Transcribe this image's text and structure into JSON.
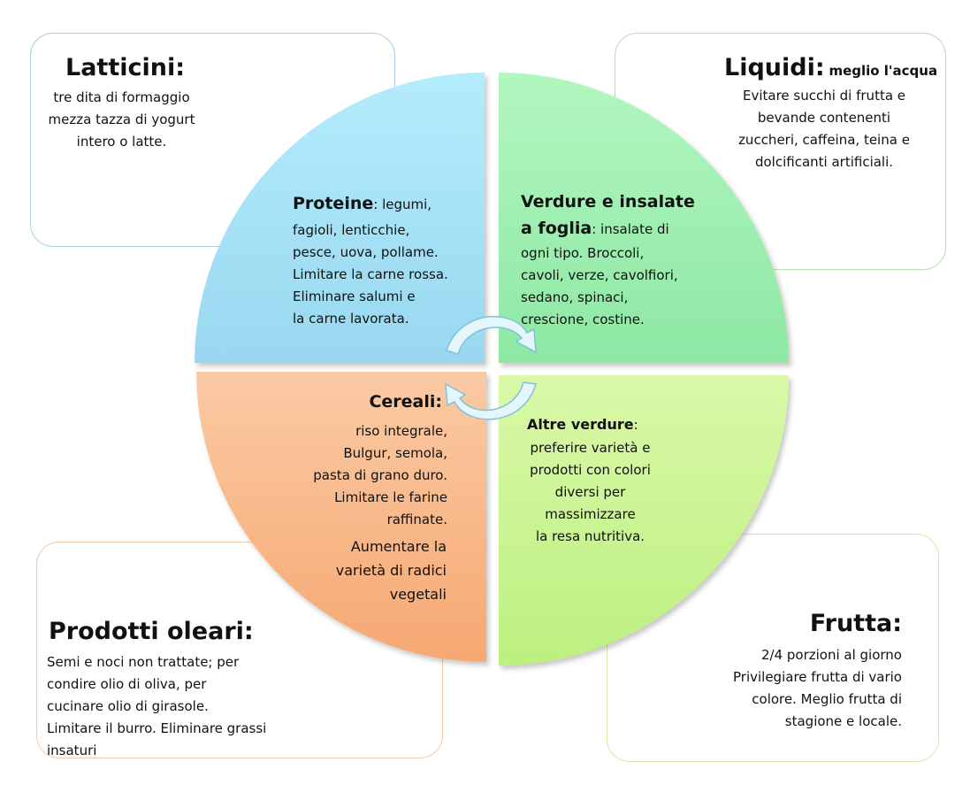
{
  "latticini": {
    "title": "Latticini:",
    "body": "tre dita di formaggio\nmezza tazza di yogurt\nintero o latte."
  },
  "liquidi": {
    "title": "Liquidi:",
    "subtitle": "meglio l'acqua",
    "body": "Evitare succhi di frutta e\nbevande contenenti\nzuccheri, caffeina, teina e\ndolcificanti artificiali."
  },
  "prodotti_oleari": {
    "title": "Prodotti oleari:",
    "body": "Semi e noci non trattate; per\n condire olio di oliva, per\ncucinare olio di girasole.\nLimitare il burro. Eliminare grassi\ninsaturi"
  },
  "frutta": {
    "title": "Frutta:",
    "body": "2/4 porzioni al giorno\nPrivilegiare frutta di vario\ncolore.  Meglio frutta di\nstagione e locale."
  },
  "proteine": {
    "title": "Proteine",
    "first_line": ": legumi,",
    "body": " fagioli, lenticchie,\npesce, uova, pollame.\nLimitare la carne rossa.\nEliminare salumi e\nla carne lavorata."
  },
  "verdure_insalate": {
    "title_line1": "Verdure e insalate",
    "title_line2": "a foglia",
    "first_line": ": insalate di",
    "body": "ogni tipo. Broccoli,\ncavoli, verze, cavolfiori,\nsedano,   spinaci,\ncrescione,  costine."
  },
  "cereali": {
    "title": "Cereali",
    "colon": ":",
    "body": "riso integrale,\nBulgur, semola,\npasta di grano duro.\nLimitare le farine\nraffinate.",
    "body2": "Aumentare la\nvarietà di radici\nvegetali"
  },
  "altre_verdure": {
    "title": "Altre verdure",
    "colon": ":",
    "body": "preferire varietà e\nprodotti con colori\ndiversi per\nmassimizzare\nla resa nutritiva."
  },
  "colors": {
    "proteine": "#a8e4f8",
    "verdure_insalate": "#a2f2b2",
    "cereali": "#f8b888",
    "altre_verdure": "#c8f590",
    "arrow": "#dff3f8"
  }
}
